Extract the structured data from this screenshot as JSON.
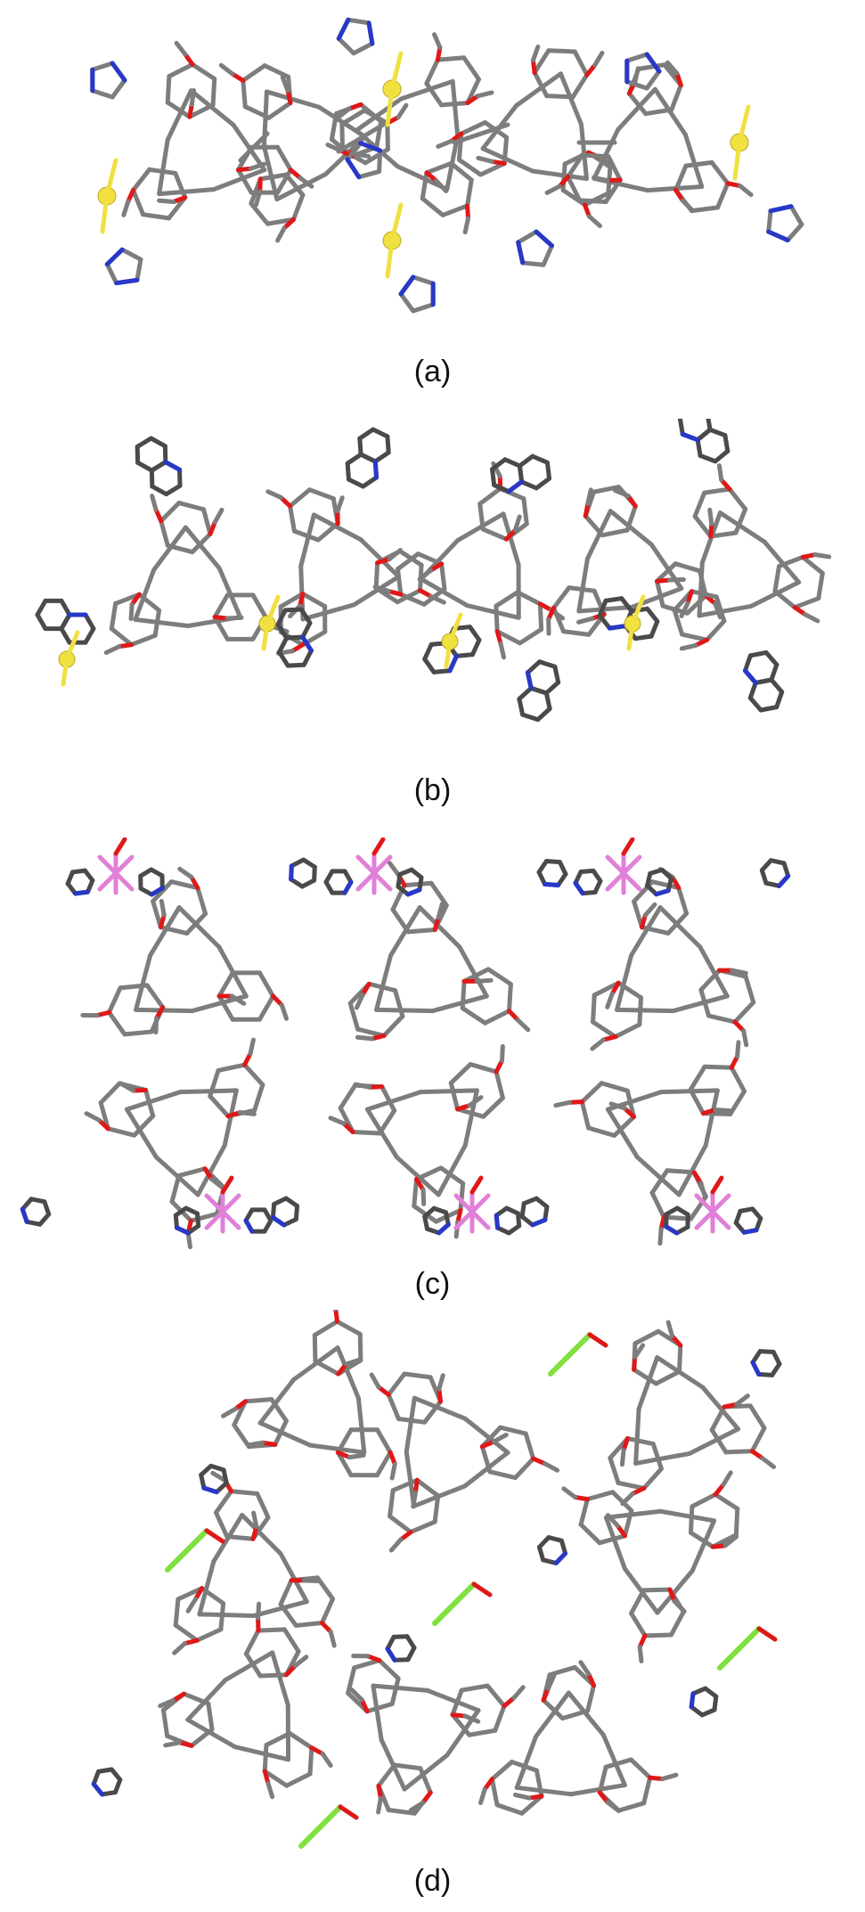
{
  "figure": {
    "panels": [
      {
        "label": "(a)"
      },
      {
        "label": "(b)"
      },
      {
        "label": "(c)"
      },
      {
        "label": "(d)"
      }
    ]
  },
  "colors": {
    "carbon": "#7d7d7d",
    "carbon_dark": "#4a4a4a",
    "oxygen": "#e01818",
    "nitrogen": "#2838c8",
    "silver": "#f0e040",
    "cobalt": "#e080d8",
    "copper": "#80e040"
  }
}
